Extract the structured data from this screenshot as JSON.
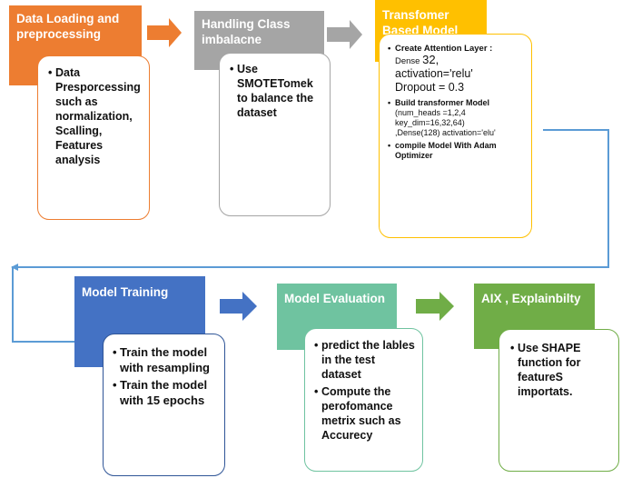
{
  "steps": {
    "data_loading": {
      "title": "Data Loading and preprocessing",
      "bullets": [
        "Data Presporcessing such as normalization, Scalling, Features analysis"
      ]
    },
    "class_imbalance": {
      "title": "Handling Class imbalacne",
      "bullets": [
        "Use SMOTETomek to balance the dataset"
      ]
    },
    "transformer": {
      "title": "Transfomer Based Model",
      "bullet1_head": "Create Attention Layer :",
      "bullet1_dense": "Dense",
      "bullet1_dense_value": "32,",
      "bullet1_activation": "activation='relu'",
      "bullet1_dropout": "Dropout = 0.3",
      "bullet2_head": "Build transformer Model",
      "bullet2_line1": "(num_heads =1,2,4",
      "bullet2_line2": "key_dim=16,32,64)",
      "bullet2_line3": ",Dense(128) activation='elu'",
      "bullet3": "compile Model With Adam Optimizer"
    },
    "training": {
      "title": "Model Training",
      "bullets": [
        "Train the model with resampling",
        "Train the model with 15 epochs"
      ]
    },
    "evaluation": {
      "title": "Model Evaluation",
      "bullets": [
        "predict the lables in the test dataset",
        "Compute the perofomance metrix such as Accurecy"
      ]
    },
    "aix": {
      "title": "AIX , Explainbilty",
      "bullets": [
        "Use SHAPE function for featureS importats."
      ]
    }
  },
  "colors": {
    "orange": "#ed7d31",
    "gray": "#a5a5a5",
    "gold": "#ffc000",
    "blue": "#4472c4",
    "green_mid": "#70ad47",
    "teal": "#6fc3a0",
    "connector": "#5b9bd5",
    "card_blue": "#2f5597"
  }
}
